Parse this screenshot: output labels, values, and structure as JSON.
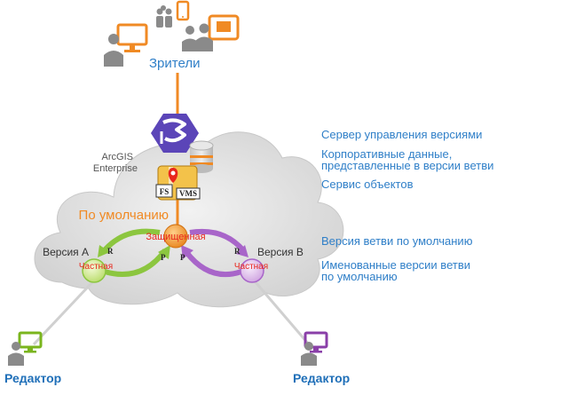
{
  "labels": {
    "viewers": "Зрители",
    "arcgis_line1": "ArcGIS",
    "arcgis_line2": "Enterprise",
    "fs": "FS",
    "vms": "VMS",
    "default_version": "По умолчанию",
    "protected": "Защищенная",
    "version_a": "Версия A",
    "version_b": "Версия B",
    "private_a": "Частная",
    "private_b": "Частная",
    "r": "R",
    "p": "P",
    "editor_left": "Редактор",
    "editor_right": "Редактор"
  },
  "legend": {
    "version_server": "Сервер управления версиями",
    "enterprise_data_line1": "Корпоративные данные,",
    "enterprise_data_line2": "представленные в версии ветви",
    "feature_service": "Сервис объектов",
    "default_branch": "Версия ветви по умолчанию",
    "named_versions_line1": "Именованные версии ветви",
    "named_versions_line2": "по умолчанию"
  },
  "colors": {
    "viewers_orange": "#f08a24",
    "cloud": "#dcdcdc",
    "portal_purple": "#5b45b8",
    "default_orange": "#f08a24",
    "version_a_green": "#8cc63f",
    "version_b_purple": "#a865c9",
    "protected_red": "#e8261c",
    "editor_green": "#7ab51d",
    "editor_purple": "#8a3fa8",
    "legend_blue": "#2f7fc8"
  }
}
